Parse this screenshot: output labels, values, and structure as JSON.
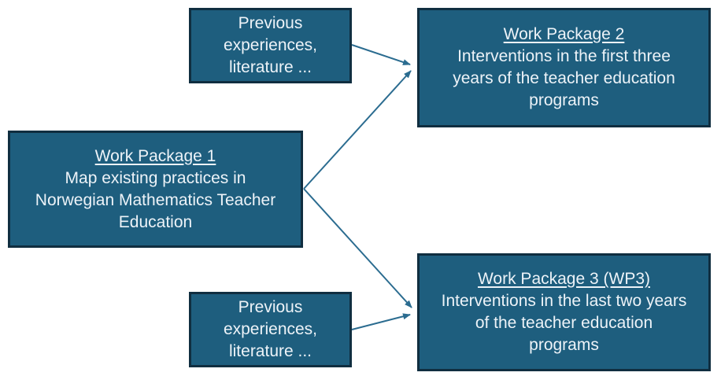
{
  "diagram": {
    "type": "flow-diagram",
    "boxes": {
      "previous_top": {
        "body": "Previous\nexperiences,\nliterature ..."
      },
      "wp2": {
        "title": "Work Package 2",
        "body": "Interventions in the first three\nyears of the teacher education\nprograms"
      },
      "wp1": {
        "title": "Work Package 1",
        "body": "Map existing practices in\nNorwegian Mathematics Teacher\nEducation"
      },
      "previous_bottom": {
        "body": "Previous\nexperiences,\nliterature ..."
      },
      "wp3": {
        "title": "Work Package 3 (WP3)",
        "body": "Interventions in the last two years\nof the teacher education\nprograms"
      }
    },
    "connections": [
      {
        "from": "previous_top",
        "to": "wp2"
      },
      {
        "from": "wp1",
        "to": "wp2"
      },
      {
        "from": "wp1",
        "to": "wp3"
      },
      {
        "from": "previous_bottom",
        "to": "wp3"
      }
    ],
    "colors": {
      "box_fill": "#1E5E7E",
      "box_border": "#102E40",
      "arrow": "#2B6C90",
      "text": "#EDF3F8",
      "background": "#FFFFFF"
    }
  }
}
